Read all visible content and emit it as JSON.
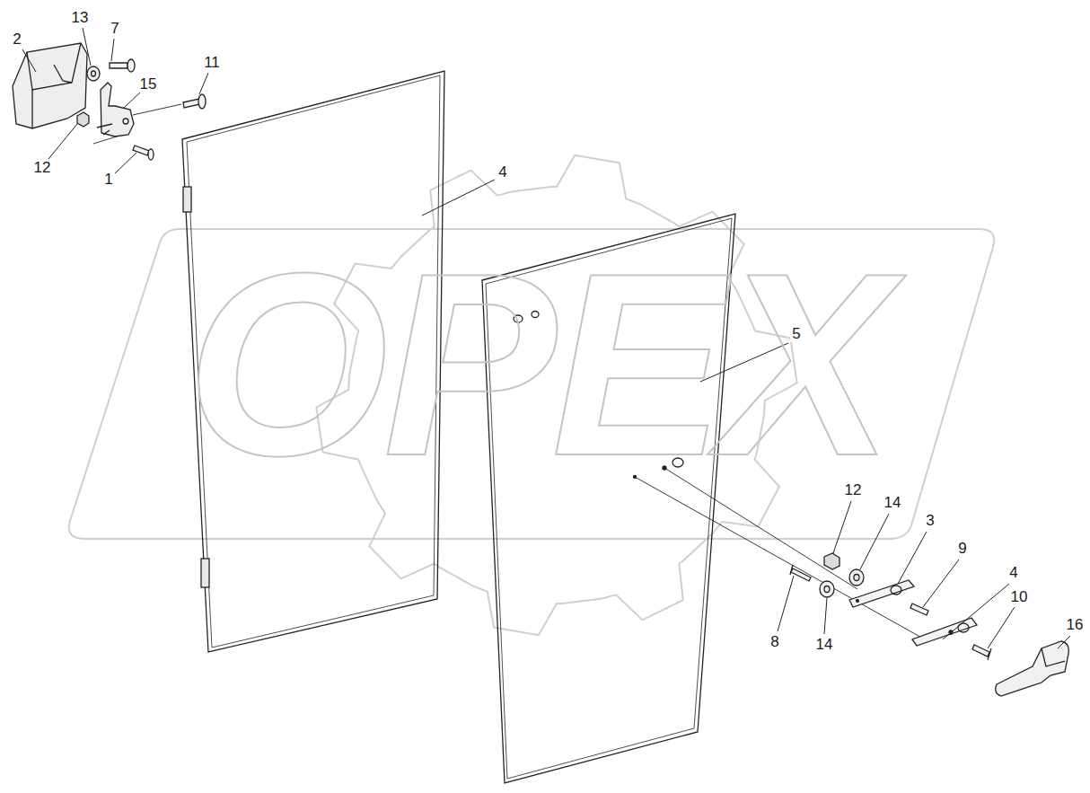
{
  "diagram": {
    "labels": [
      "2",
      "13",
      "7",
      "11",
      "15",
      "12",
      "1",
      "4",
      "5",
      "12",
      "14",
      "3",
      "9",
      "4",
      "8",
      "14",
      "10",
      "16",
      "OPEX"
    ]
  }
}
